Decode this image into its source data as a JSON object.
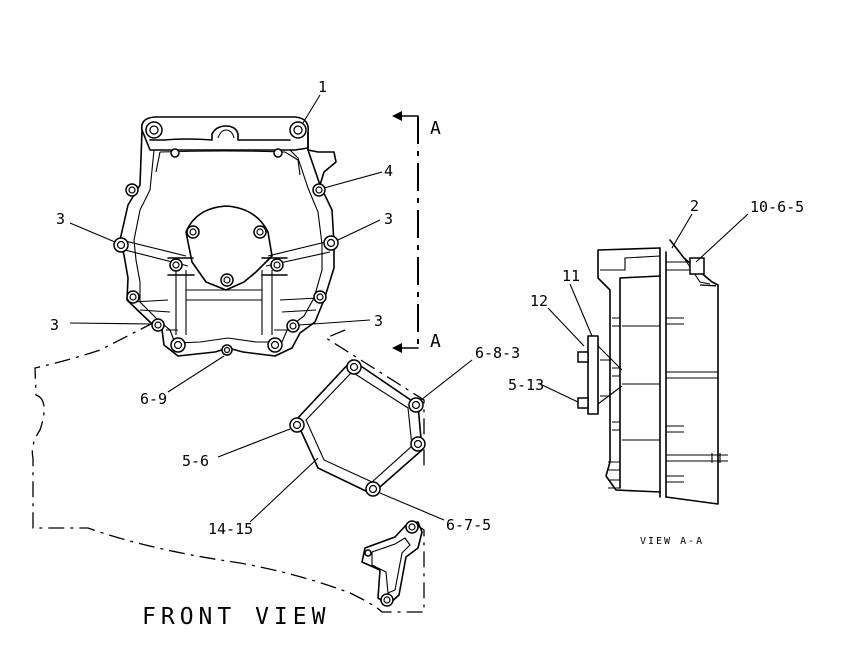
{
  "labels": {
    "front_view_title": "FRONT VIEW",
    "view_aa_title": "VIEW A-A",
    "section_a_top": "A",
    "section_a_bottom": "A",
    "callout_1": "1",
    "callout_4": "4",
    "callout_3_upper_left": "3",
    "callout_3_upper_right": "3",
    "callout_3_lower_left": "3",
    "callout_3_lower_right": "3",
    "callout_6_9": "6-9",
    "callout_6_8_3": "6-8-3",
    "callout_5_6": "5-6",
    "callout_14_15": "14-15",
    "callout_6_7_5": "6-7-5",
    "callout_2": "2",
    "callout_10_6_5": "10-6-5",
    "callout_11": "11",
    "callout_12": "12",
    "callout_5_13": "5-13"
  }
}
